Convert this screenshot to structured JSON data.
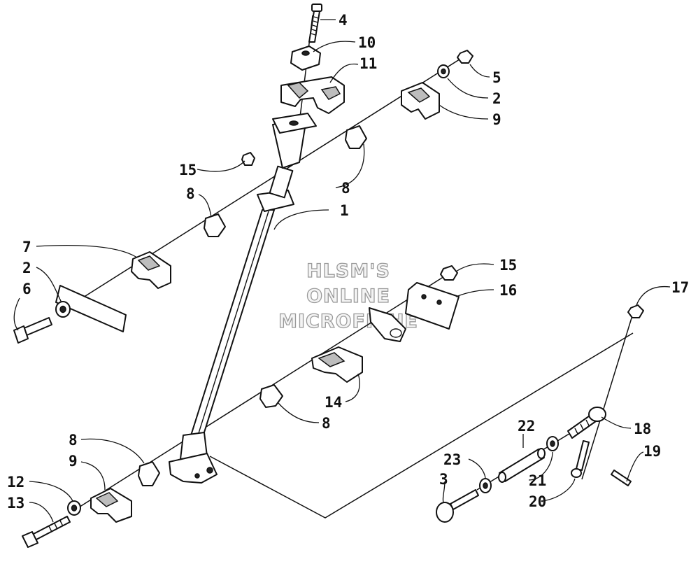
{
  "watermark": {
    "line1": "HLSM'S",
    "line2": "ONLINE",
    "line3": "MICROFICHE"
  },
  "callouts": [
    "4",
    "10",
    "11",
    "5",
    "2",
    "9",
    "15",
    "8",
    "8",
    "1",
    "7",
    "2",
    "6",
    "15",
    "16",
    "17",
    "14",
    "8",
    "22",
    "18",
    "19",
    "23",
    "21",
    "3",
    "8",
    "9",
    "12",
    "13",
    "20"
  ]
}
